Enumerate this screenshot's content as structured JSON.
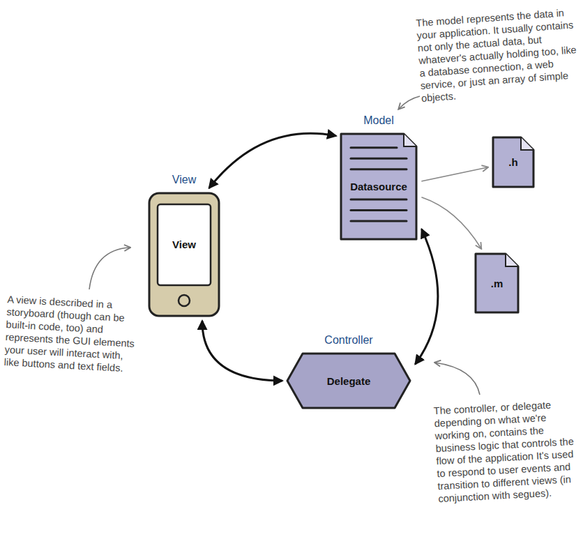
{
  "diagram": {
    "nodes": [
      {
        "text": [
          "Model",
          "Datasource"
        ]
      },
      {
        "text": [
          ".h"
        ]
      },
      {
        "text": [
          "View",
          "View"
        ]
      },
      {
        "text": [
          ".m"
        ]
      },
      {
        "text": [
          "Controller",
          "Delegate"
        ]
      }
    ],
    "edges": [
      {
        "from": 2,
        "to": 0,
        "arrow": "both"
      },
      {
        "from": 0,
        "to": 4,
        "arrow": "both"
      },
      {
        "from": 2,
        "to": 4,
        "arrow": "both"
      },
      {
        "from": 0,
        "to": 1,
        "arrow": "to"
      },
      {
        "from": 0,
        "to": 3,
        "arrow": "to"
      }
    ],
    "labels": [
      "The model represents the data in your application. It usually contains not only the actual data, but whatever's actually holding too, like a database connection, a web service, or just an array of simple objects.",
      "A view is described in a storyboard (though can be built-in code, too) and represents the GUI elements your user will interact with, like buttons and text fields.",
      "The controller, or delegate depending on what we're working on, contains the business logic that controls the flow of the application It's used to respond to user events and transition to different views (in conjunction with segues)."
    ]
  }
}
